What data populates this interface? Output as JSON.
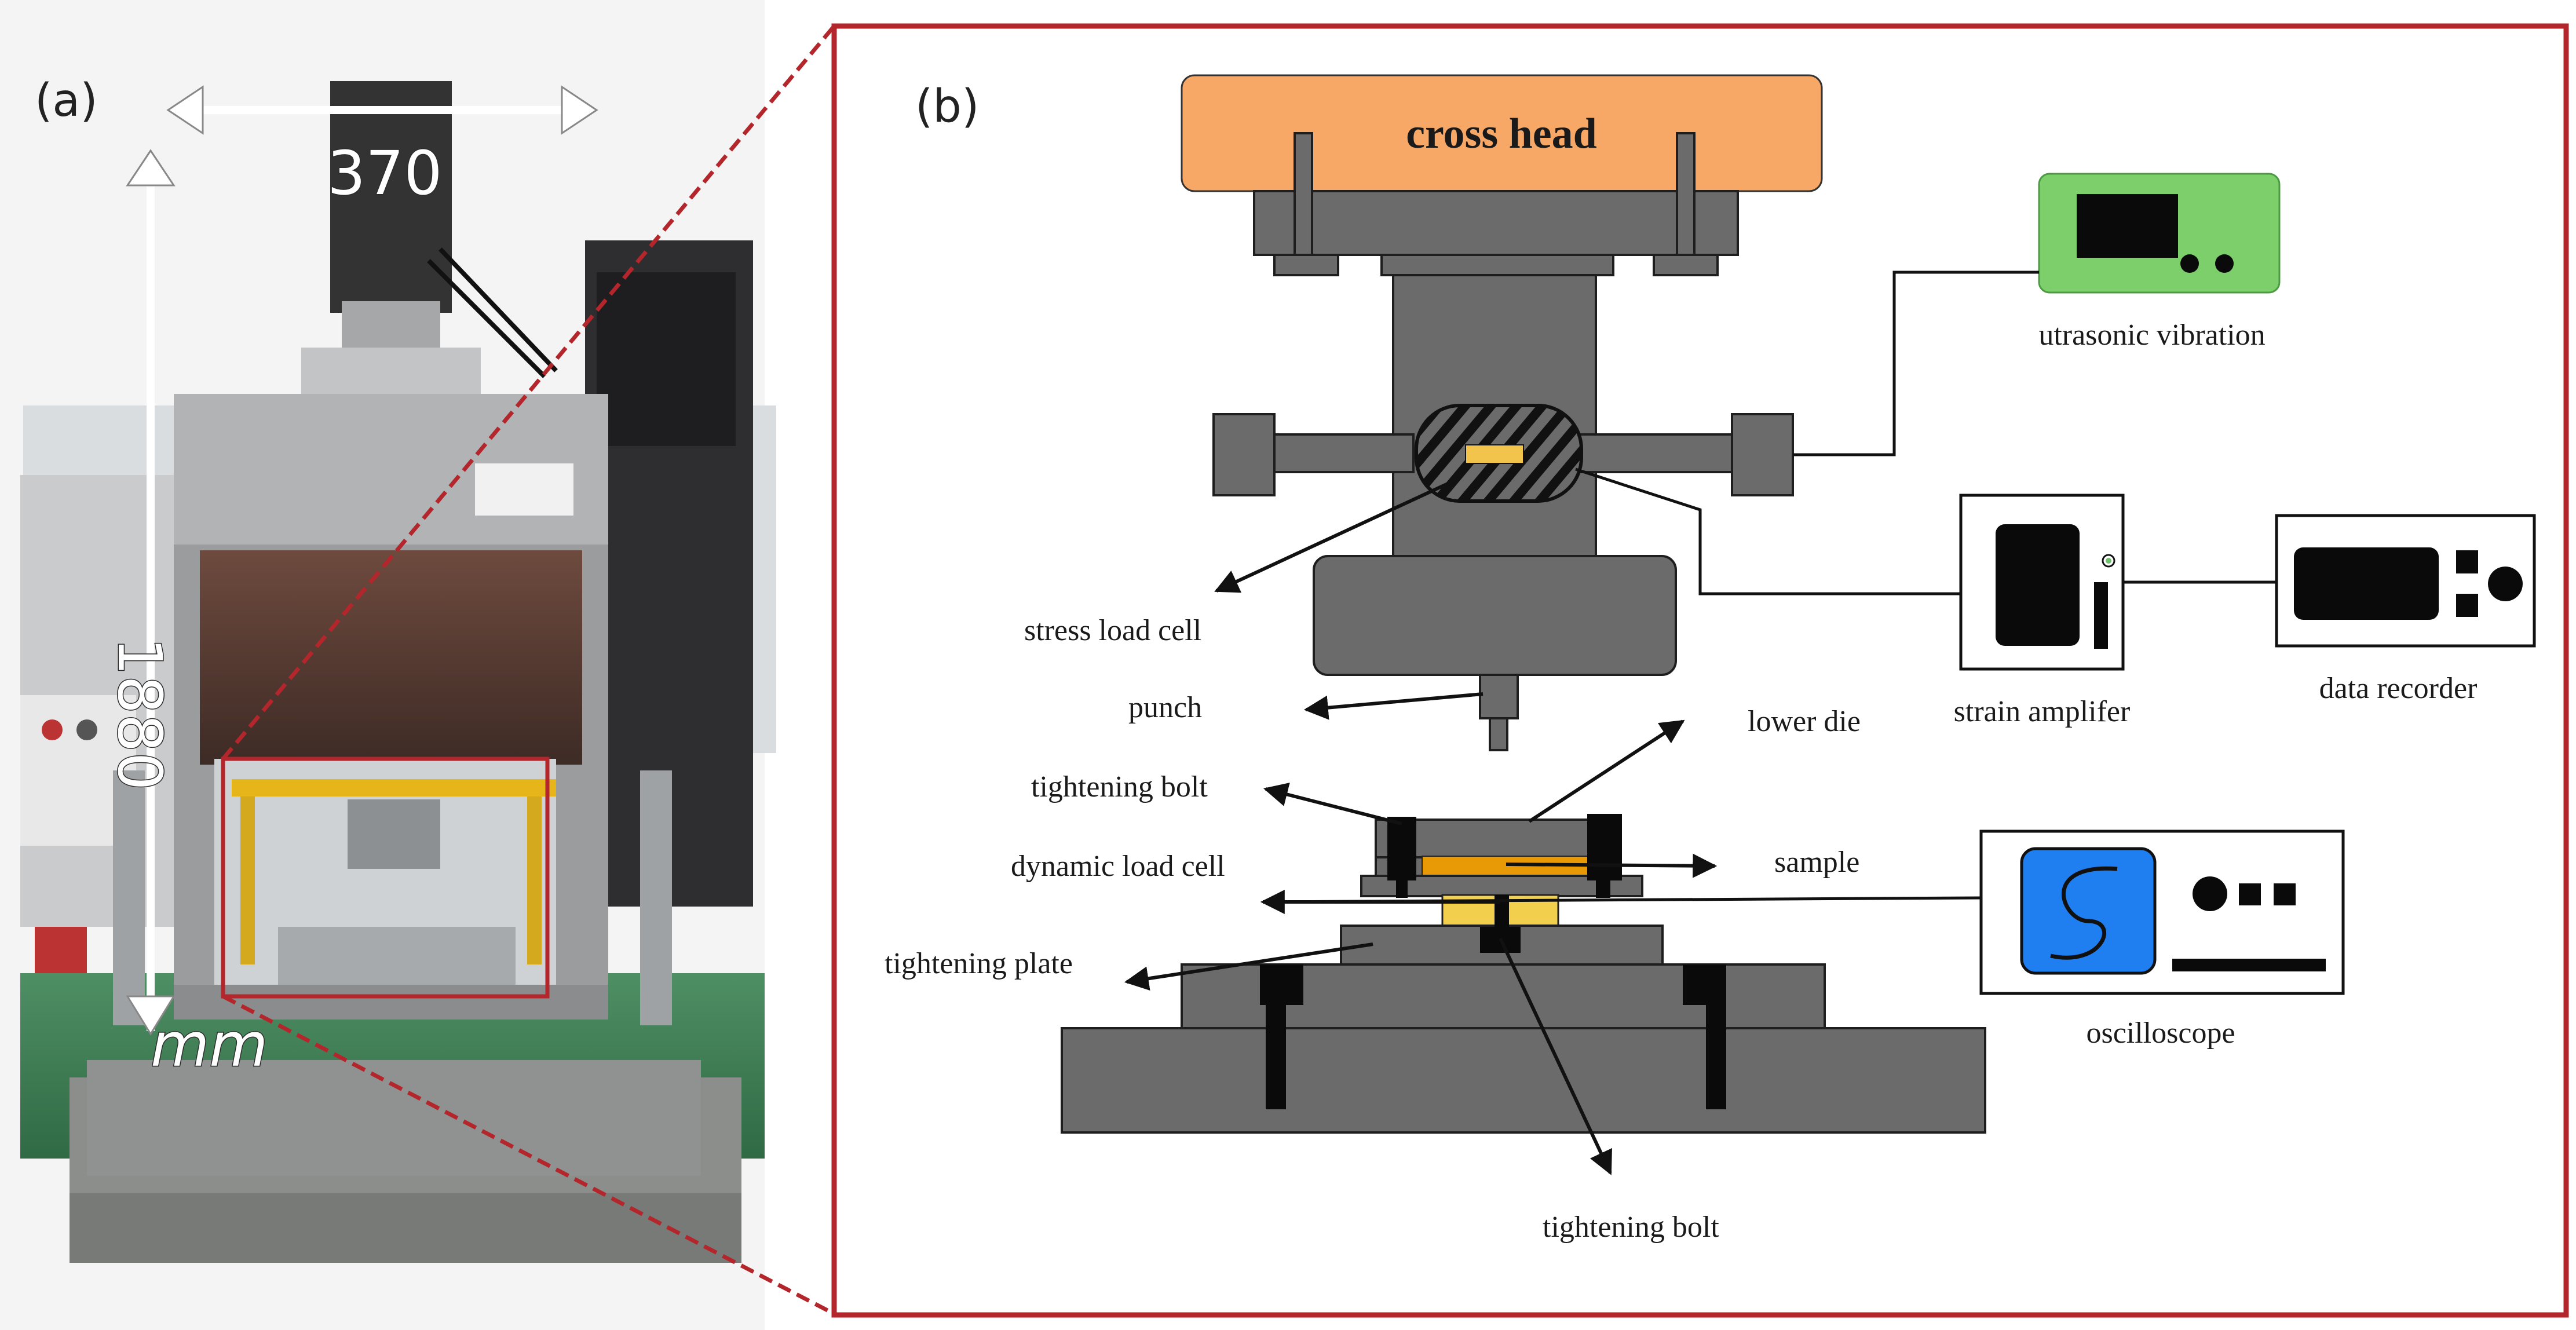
{
  "panels": {
    "a": {
      "label": "(a)"
    },
    "b": {
      "label": "(b)"
    }
  },
  "photo": {
    "width_dimension": "370",
    "height_dimension": "1880",
    "unit": "mm"
  },
  "schematic": {
    "crosshead_label": "cross head",
    "labels": {
      "ultrasonic": "utrasonic vibration",
      "stress_load_cell": "stress load cell",
      "punch": "punch",
      "lower_die": "lower die",
      "strain_amplifier": "strain amplifer",
      "data_recorder": "data recorder",
      "tightening_bolt_upper": "tightening bolt",
      "dynamic_load_cell": "dynamic load cell",
      "sample": "sample",
      "tightening_plate": "tightening plate",
      "oscilloscope": "oscilloscope",
      "tightening_bolt_lower": "tightening bolt"
    }
  },
  "colors": {
    "frame_red": "#b3262c",
    "crosshead_orange": "#f7a866",
    "ultrasonic_green": "#7ccf6b",
    "oscilloscope_blue": "#1f7ff0",
    "sample_gold": "#e89a06",
    "sample_yellow": "#f2d04e",
    "metal_gray": "#6b6b6b"
  }
}
